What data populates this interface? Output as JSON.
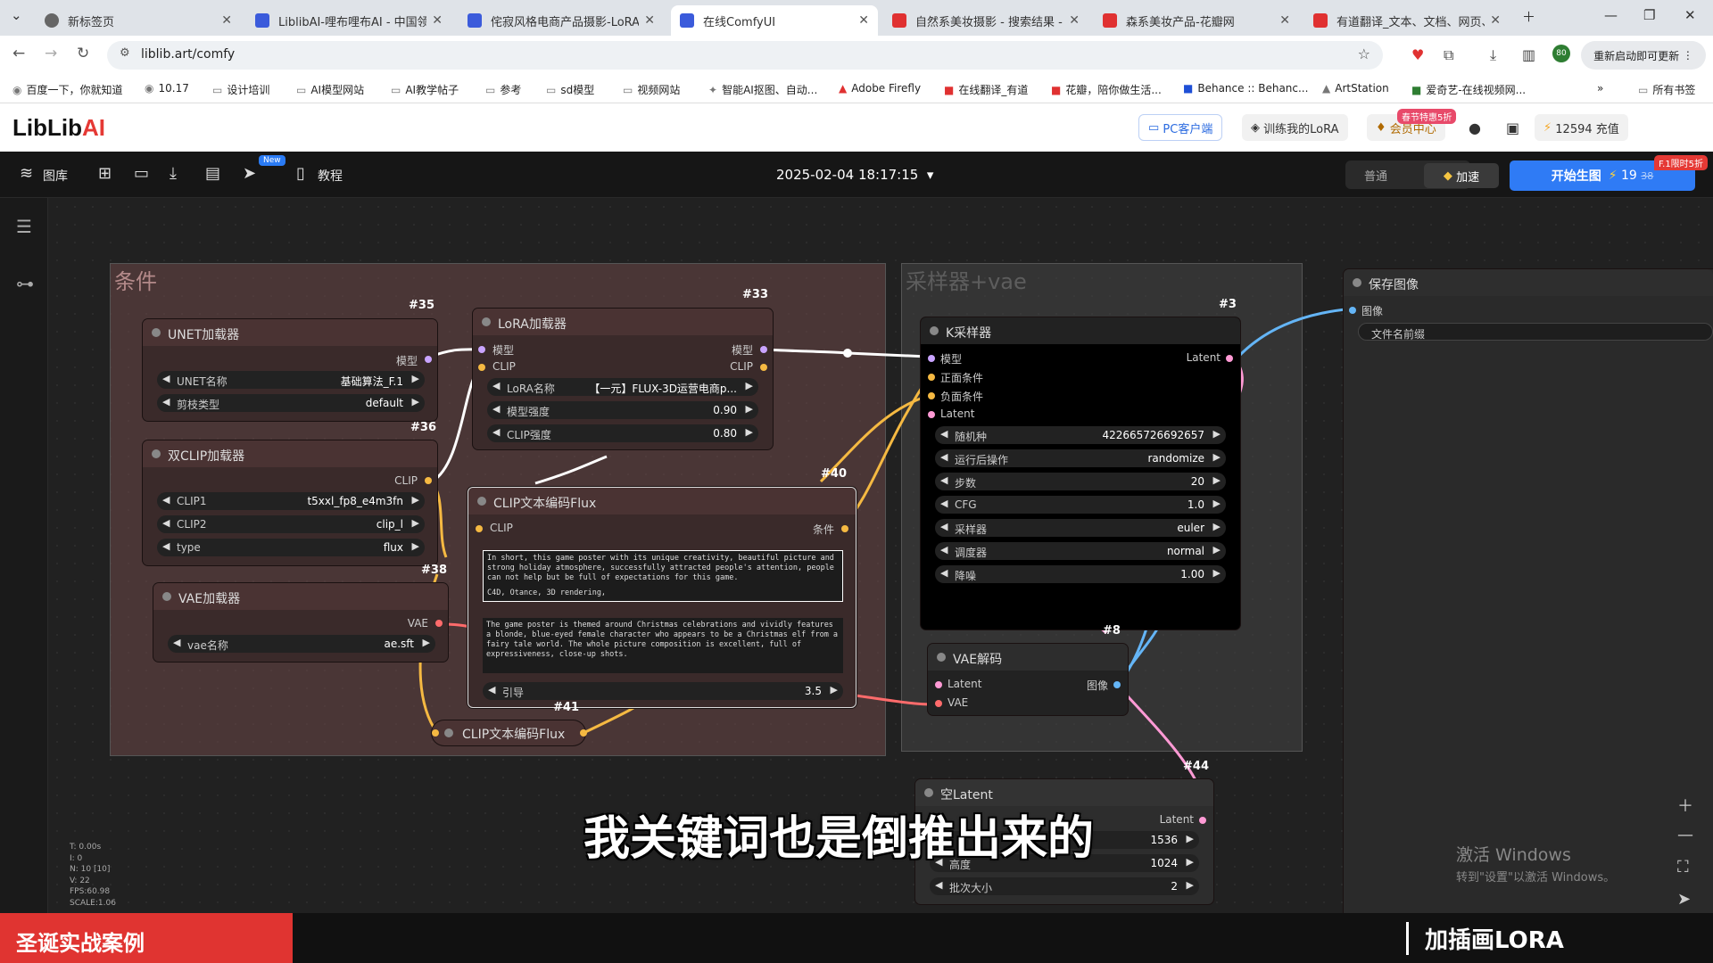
{
  "browser": {
    "tabs": [
      {
        "label": "新标签页",
        "color": "#555555"
      },
      {
        "label": "LiblibAI-哩布哩布AI - 中国领先",
        "color": "#3b5bdb"
      },
      {
        "label": "侘寂风格电商产品摄影-LoRA-",
        "color": "#3b5bdb"
      },
      {
        "label": "在线ComfyUI",
        "color": "#3b5bdb"
      },
      {
        "label": "自然系美妆摄影 - 搜索结果 - 花",
        "color": "#e03131"
      },
      {
        "label": "森系美妆产品-花瓣网",
        "color": "#e03131"
      },
      {
        "label": "有道翻译_文本、文档、网页、",
        "color": "#e03131"
      }
    ],
    "url": "liblib.art/comfy",
    "restart_label": "重新启动即可更新",
    "profile_badge": "80",
    "bookmarks": [
      "百度一下，你就知道",
      "10.17",
      "设计培训",
      "AI模型网站",
      "AI教学帖子",
      "参考",
      "sd模型",
      "视频网站",
      "智能AI抠图、自动...",
      "Adobe Firefly",
      "在线翻译_有道",
      "花瓣，陪你做生活...",
      "Behance :: Behanc...",
      "ArtStation",
      "爱奇艺-在线视频网...",
      "所有书签"
    ]
  },
  "header": {
    "logo_main": "LibLib",
    "logo_ai": "AI",
    "pc_client": "PC客户端",
    "train_lora": "训练我的LoRA",
    "member_center": "会员中心",
    "promo_badge": "春节特惠5折",
    "credits": "12594 充值"
  },
  "toolbar": {
    "gallery": "图库",
    "new_badge": "New",
    "tutorial": "教程",
    "workflow_date": "2025-02-04 18:17:15",
    "mode_normal": "普通",
    "mode_speed": "加速",
    "generate_label": "开始生图",
    "generate_count": "19",
    "generate_count_struck": "38",
    "limited_badge": "F.1限时5折"
  },
  "groups": {
    "conditions": "条件",
    "sampler_vae": "采样器+vae"
  },
  "nodes": {
    "unet": {
      "id": "#35",
      "title": "UNET加载器",
      "out_model": "模型",
      "name_label": "UNET名称",
      "name_value": "基础算法_F.1",
      "dtype_label": "剪枝类型",
      "dtype_value": "default"
    },
    "lora": {
      "id": "#33",
      "title": "LoRA加载器",
      "in_model": "模型",
      "in_clip": "CLIP",
      "out_model": "模型",
      "out_clip": "CLIP",
      "name_label": "LoRA名称",
      "name_value": "【一元】FLUX-3D运营电商p...",
      "model_strength_label": "模型强度",
      "model_strength": "0.90",
      "clip_strength_label": "CLIP强度",
      "clip_strength": "0.80"
    },
    "dualclip": {
      "id": "#36",
      "title": "双CLIP加载器",
      "out_clip": "CLIP",
      "clip1_label": "CLIP1",
      "clip1_value": "t5xxl_fp8_e4m3fn",
      "clip2_label": "CLIP2",
      "clip2_value": "clip_l",
      "type_label": "type",
      "type_value": "flux"
    },
    "vae_loader": {
      "id": "#38",
      "title": "VAE加载器",
      "out_vae": "VAE",
      "name_label": "vae名称",
      "name_value": "ae.sft"
    },
    "clip_encode": {
      "id": "#40",
      "title": "CLIP文本编码Flux",
      "in_clip": "CLIP",
      "out_cond": "条件",
      "text1": "In short, this game poster with its unique creativity, beautiful picture and strong holiday atmosphere, successfully attracted people's attention, people can not help but be full of expectations for this game.",
      "text1b": "C4D, Otance, 3D rendering,",
      "text2": "The game poster is themed around Christmas celebrations and vividly features a blonde, blue-eyed female character who appears to be a Christmas elf from a fairy tale world. The whole picture composition is excellent, full of expressiveness, close-up shots.",
      "guidance_label": "引导",
      "guidance_value": "3.5"
    },
    "clip_encode_collapsed": {
      "id": "#41",
      "title": "CLIP文本编码Flux"
    },
    "ksampler": {
      "id": "#3",
      "title": "K采样器",
      "in_model": "模型",
      "in_pos": "正面条件",
      "in_neg": "负面条件",
      "in_latent": "Latent",
      "out_latent": "Latent",
      "seed_label": "随机种",
      "seed_value": "422665726692657",
      "after_label": "运行后操作",
      "after_value": "randomize",
      "steps_label": "步数",
      "steps_value": "20",
      "cfg_label": "CFG",
      "cfg_value": "1.0",
      "sampler_label": "采样器",
      "sampler_value": "euler",
      "scheduler_label": "调度器",
      "scheduler_value": "normal",
      "denoise_label": "降噪",
      "denoise_value": "1.00"
    },
    "vae_decode": {
      "id": "#8",
      "title": "VAE解码",
      "in_latent": "Latent",
      "in_vae": "VAE",
      "out_image": "图像"
    },
    "save_image": {
      "title": "保存图像",
      "in_image": "图像",
      "prefix_label": "文件名前缀"
    },
    "empty_latent": {
      "id": "#44",
      "title": "空Latent",
      "out_latent": "Latent",
      "width_value": "1536",
      "height_label": "高度",
      "height_value": "1024",
      "batch_label": "批次大小",
      "batch_value": "2"
    }
  },
  "stats": {
    "lines": [
      "T: 0.00s",
      "I: 0",
      "N: 10 [10]",
      "V: 22",
      "FPS:60.98",
      "SCALE:1.06"
    ]
  },
  "subtitle": "我关键词也是倒推出来的",
  "windows_activation": {
    "line1": "激活 Windows",
    "line2": "转到\"设置\"以激活 Windows。"
  },
  "overlay": {
    "left_banner": "圣诞实战案例",
    "right_label": "加插画LORA"
  },
  "colors": {
    "accent": "#2f7bf5",
    "clip_yellow": "#f5b942",
    "model_lilac": "#c9a4ff",
    "vae_red": "#ff6b6b",
    "latent_pink": "#ff9ad5",
    "image_blue": "#64b5f6",
    "banner_red": "#e03431"
  }
}
